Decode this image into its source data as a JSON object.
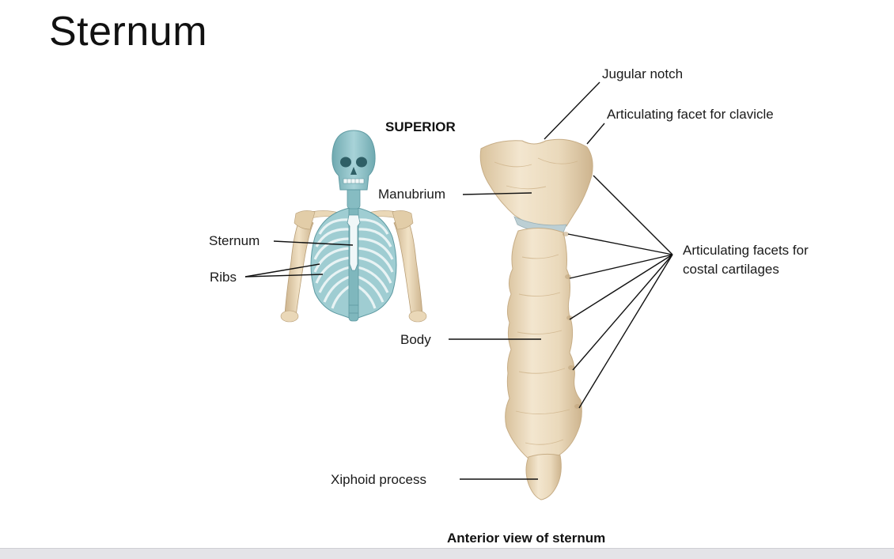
{
  "slide": {
    "title": "Sternum"
  },
  "figure": {
    "orientation_label": "SUPERIOR",
    "caption": "Anterior view of sternum",
    "skeleton_labels": {
      "sternum": "Sternum",
      "ribs": "Ribs"
    },
    "sternum_labels": {
      "jugular_notch": "Jugular notch",
      "clavicle_facet": "Articulating facet for clavicle",
      "manubrium": "Manubrium",
      "costal_facets_line1": "Articulating facets for",
      "costal_facets_line2": "costal cartilages",
      "body": "Body",
      "xiphoid": "Xiphoid process"
    },
    "colors": {
      "bone_highlight": "#f3e6cf",
      "bone": "#e8d6b6",
      "bone_shadow": "#cdb48e",
      "skeleton_teal": "#8cc3c9",
      "skeleton_teal_dark": "#5e9aa2",
      "skeleton_bone": "#e6d3b0"
    }
  }
}
